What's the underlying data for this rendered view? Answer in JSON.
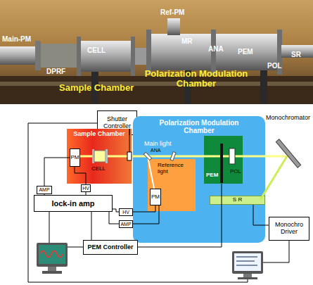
{
  "diagram": {
    "nodes": [
      {
        "text": [
          "Shutter Controller"
        ]
      },
      {
        "text": [
          "Polarization Modulation Chamber"
        ]
      },
      {
        "text": [
          "Sample Chamber"
        ]
      },
      {
        "text": [
          "PM"
        ],
        "in": 2
      },
      {
        "text": [
          "Reference light"
        ],
        "in": 1
      },
      {
        "text": [
          "PM"
        ],
        "in": 4
      },
      {
        "text": [
          "PEM"
        ],
        "in": 1
      },
      {
        "text": [
          "S R"
        ],
        "in": 1
      },
      {
        "text": [
          "AMP"
        ]
      },
      {
        "text": [
          "HV"
        ]
      },
      {
        "text": [
          "lock-in amp"
        ]
      },
      {
        "text": [
          "HV"
        ]
      },
      {
        "text": [
          "Monochro Driver"
        ]
      },
      {
        "text": [
          "AMP"
        ]
      },
      {
        "text": [
          "PEM Controller"
        ]
      }
    ],
    "edges": [
      {
        "from": 0,
        "to": 2,
        "arrow": "none"
      },
      {
        "from": 3,
        "to": 8,
        "arrow": "none"
      },
      {
        "from": 8,
        "to": 10,
        "arrow": "none"
      },
      {
        "from": 9,
        "to": 3,
        "arrow": "none"
      },
      {
        "from": 10,
        "to": 9,
        "arrow": "none"
      },
      {
        "from": 11,
        "to": 5,
        "arrow": "none"
      },
      {
        "from": 13,
        "to": 5,
        "arrow": "none"
      },
      {
        "from": 10,
        "to": 11,
        "arrow": "none"
      },
      {
        "from": 10,
        "to": 13,
        "arrow": "none"
      },
      {
        "from": 14,
        "to": 6,
        "arrow": "none"
      },
      {
        "from": 10,
        "to": 14,
        "arrow": "none"
      },
      {
        "from": 12,
        "to": 7,
        "arrow": "none"
      }
    ],
    "labels": [
      "Ref-PM",
      "Main-PM",
      "MR",
      "ANA",
      "CELL",
      "PEM",
      "SR",
      "DPRF",
      "POL",
      "Polarization Modulation Chamber",
      "Sample Chamber",
      "Monochromator",
      "Main light",
      "ANA",
      "CELL",
      "POL"
    ]
  }
}
